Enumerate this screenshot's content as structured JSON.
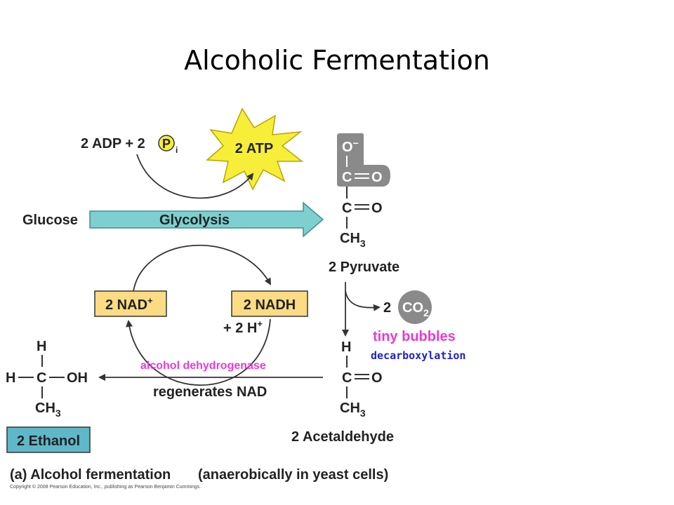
{
  "title": "Alcoholic Fermentation",
  "labels": {
    "inputs": "2 ADP + 2",
    "phosphate_symbol": "P",
    "phosphate_subscript": "i",
    "atp": "2 ATP",
    "glucose": "Glucose",
    "glycolysis": "Glycolysis",
    "nad": "2 NAD",
    "nad_sup": "+",
    "nadh": "2 NADH",
    "h_ions": "+ 2 H",
    "h_sup": "+",
    "pyruvate": "2 Pyruvate",
    "co2_coef": "2",
    "co2": "CO",
    "co2_sub": "2",
    "tiny_bubbles": "tiny bubbles",
    "decarboxylation": "decarboxylation",
    "enzyme": "alcohol dehydrogenase",
    "regenerates": "regenerates NAD",
    "acetaldehyde": "2 Acetaldehyde",
    "ethanol": "2 Ethanol",
    "caption_a": "(a) Alcohol fermentation",
    "caption_b": "(anaerobically in yeast cells)",
    "copyright": "Copyright © 2008 Pearson Education, Inc., publishing as Pearson Benjamin Cummings."
  },
  "chem": {
    "o_minus": "O",
    "minus": "−",
    "c": "C",
    "o": "O",
    "ch": "CH",
    "sub3": "3",
    "h": "H",
    "oh": "OH"
  },
  "colors": {
    "atp_star": "#f7ee3a",
    "glycolysis_arrow": "#7ecfcf",
    "nad_box": "#fbdc84",
    "carboxyl_group": "#8a8a8a",
    "co2_circle": "#8a8a8a",
    "ethanol_box": "#5fb8c8",
    "pink_text": "#e83ad6",
    "blue_text": "#1e22c8"
  }
}
